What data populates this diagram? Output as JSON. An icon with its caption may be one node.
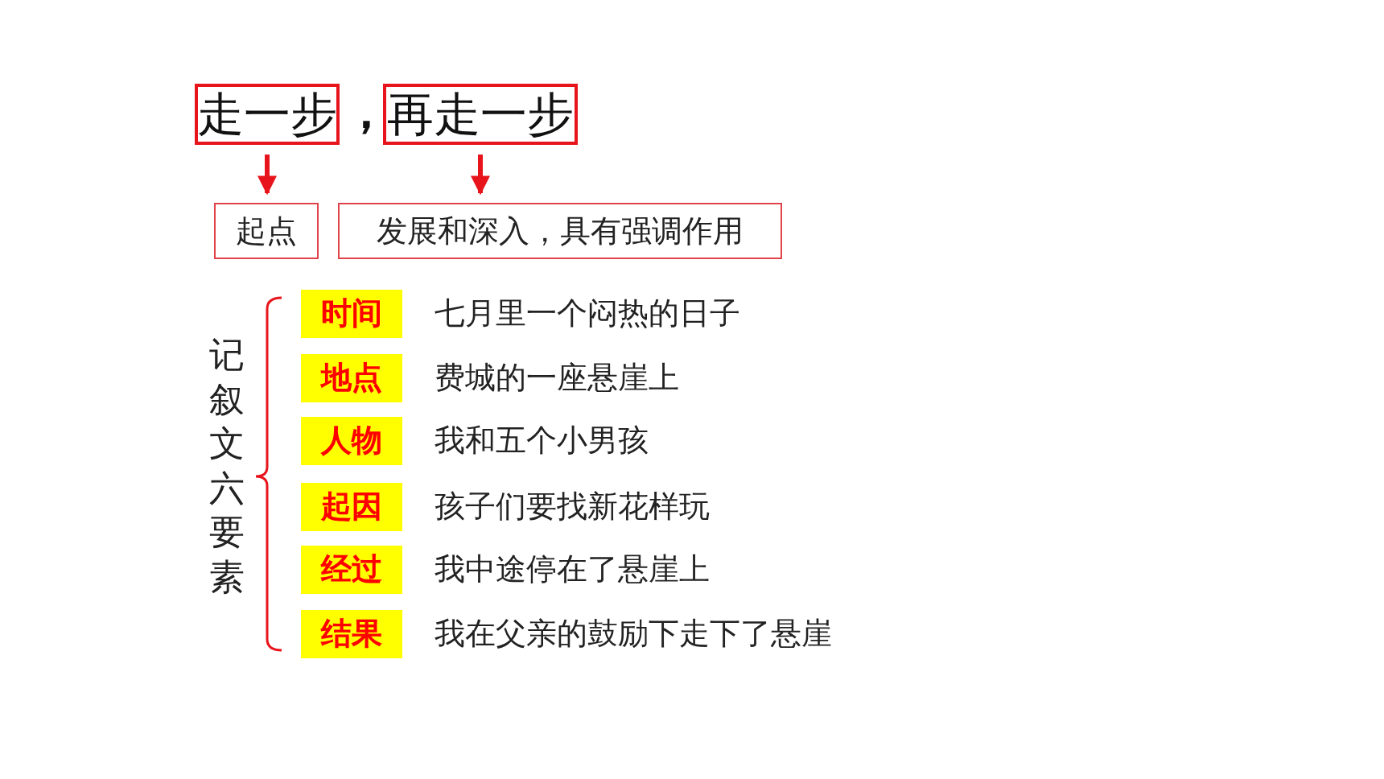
{
  "diagram": {
    "nodes": [
      {
        "text": [
          "走一步"
        ]
      },
      {
        "text": [
          "再走一步"
        ]
      },
      {
        "text": [
          "起点"
        ]
      },
      {
        "text": [
          "发展和深入，具有强调作用"
        ]
      },
      {
        "text": [
          "时间"
        ],
        "beside": [
          "七月里一个闷热的日子"
        ]
      },
      {
        "text": [
          "地点"
        ],
        "beside": [
          "费城的一座悬崖上"
        ]
      },
      {
        "text": [
          "人物"
        ],
        "beside": [
          "我和五个小男孩"
        ]
      },
      {
        "text": [
          "起因"
        ],
        "beside": [
          "孩子们要找新花样玩"
        ]
      },
      {
        "text": [
          "经过"
        ],
        "beside": [
          "我中途停在了悬崖上"
        ]
      },
      {
        "text": [
          "结果"
        ],
        "beside": [
          "我在父亲的鼓励下走下了悬崖"
        ]
      }
    ],
    "edges": [
      {
        "from": 0,
        "to": 2,
        "arrow": "to"
      },
      {
        "from": 1,
        "to": 3,
        "arrow": "to"
      }
    ],
    "labels": [
      "，",
      "记叙文六要素"
    ]
  }
}
